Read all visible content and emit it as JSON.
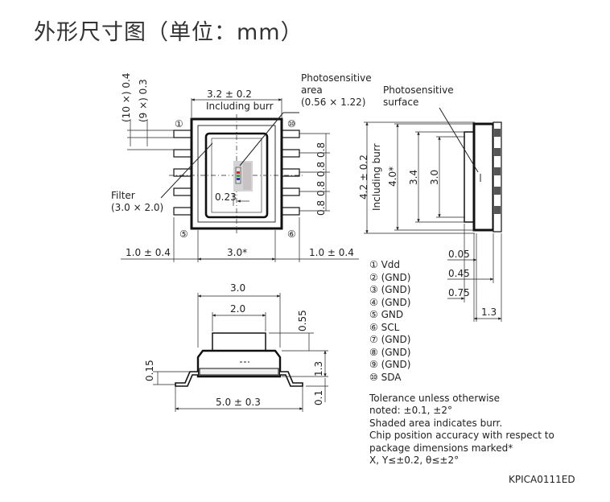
{
  "title": "外形尺寸图（单位：mm）",
  "top_view": {
    "dim_width": "3.2 ± 0.2",
    "dim_width_note": "Including burr",
    "pitch_label_10": "(10 ×) 0.4",
    "pitch_label_9": "(9 ×) 0.3",
    "photosensitive_area": "Photosensitive",
    "photosensitive_area_2": "area",
    "photosensitive_area_3": "(0.56 × 1.22)",
    "filter_label": "Filter",
    "filter_size": "(3.0 × 2.0)",
    "inner_dim": "0.23",
    "pin1": "①",
    "pin5": "⑤",
    "pin6": "⑥",
    "pin10": "⑩",
    "pitch_08": "0.8",
    "left_lead": "1.0 ± 0.4",
    "body_width": "3.0*",
    "right_lead": "1.0 ± 0.4"
  },
  "side_view": {
    "photosensitive_surface": "Photosensitive",
    "photosensitive_surface_2": "surface",
    "height_total": "4.2 ± 0.2",
    "height_note": "Including burr",
    "height_body": "4.0*",
    "dim_34": "3.4",
    "dim_30": "3.0",
    "dim_005": "0.05",
    "dim_045": "0.45",
    "dim_075": "0.75",
    "dim_13": "1.3"
  },
  "front_view": {
    "dim_30": "3.0",
    "dim_20": "2.0",
    "dim_055": "0.55",
    "dim_015": "0.15",
    "dim_13": "1.3",
    "dim_01": "0.1",
    "dim_50": "5.0 ± 0.3"
  },
  "pins": [
    "① Vdd",
    "② (GND)",
    "③ (GND)",
    "④ (GND)",
    "⑤ GND",
    "⑥ SCL",
    "⑦ (GND)",
    "⑧ (GND)",
    "⑨ (GND)",
    "⑩ SDA"
  ],
  "notes": [
    "Tolerance unless otherwise",
    "noted: ±0.1, ±2°",
    "Shaded area indicates burr.",
    "Chip position accuracy with respect to",
    "package dimensions marked*",
    "X, Y≤±0.2, θ≤±2°"
  ],
  "doc_code": "KPICA0111ED"
}
